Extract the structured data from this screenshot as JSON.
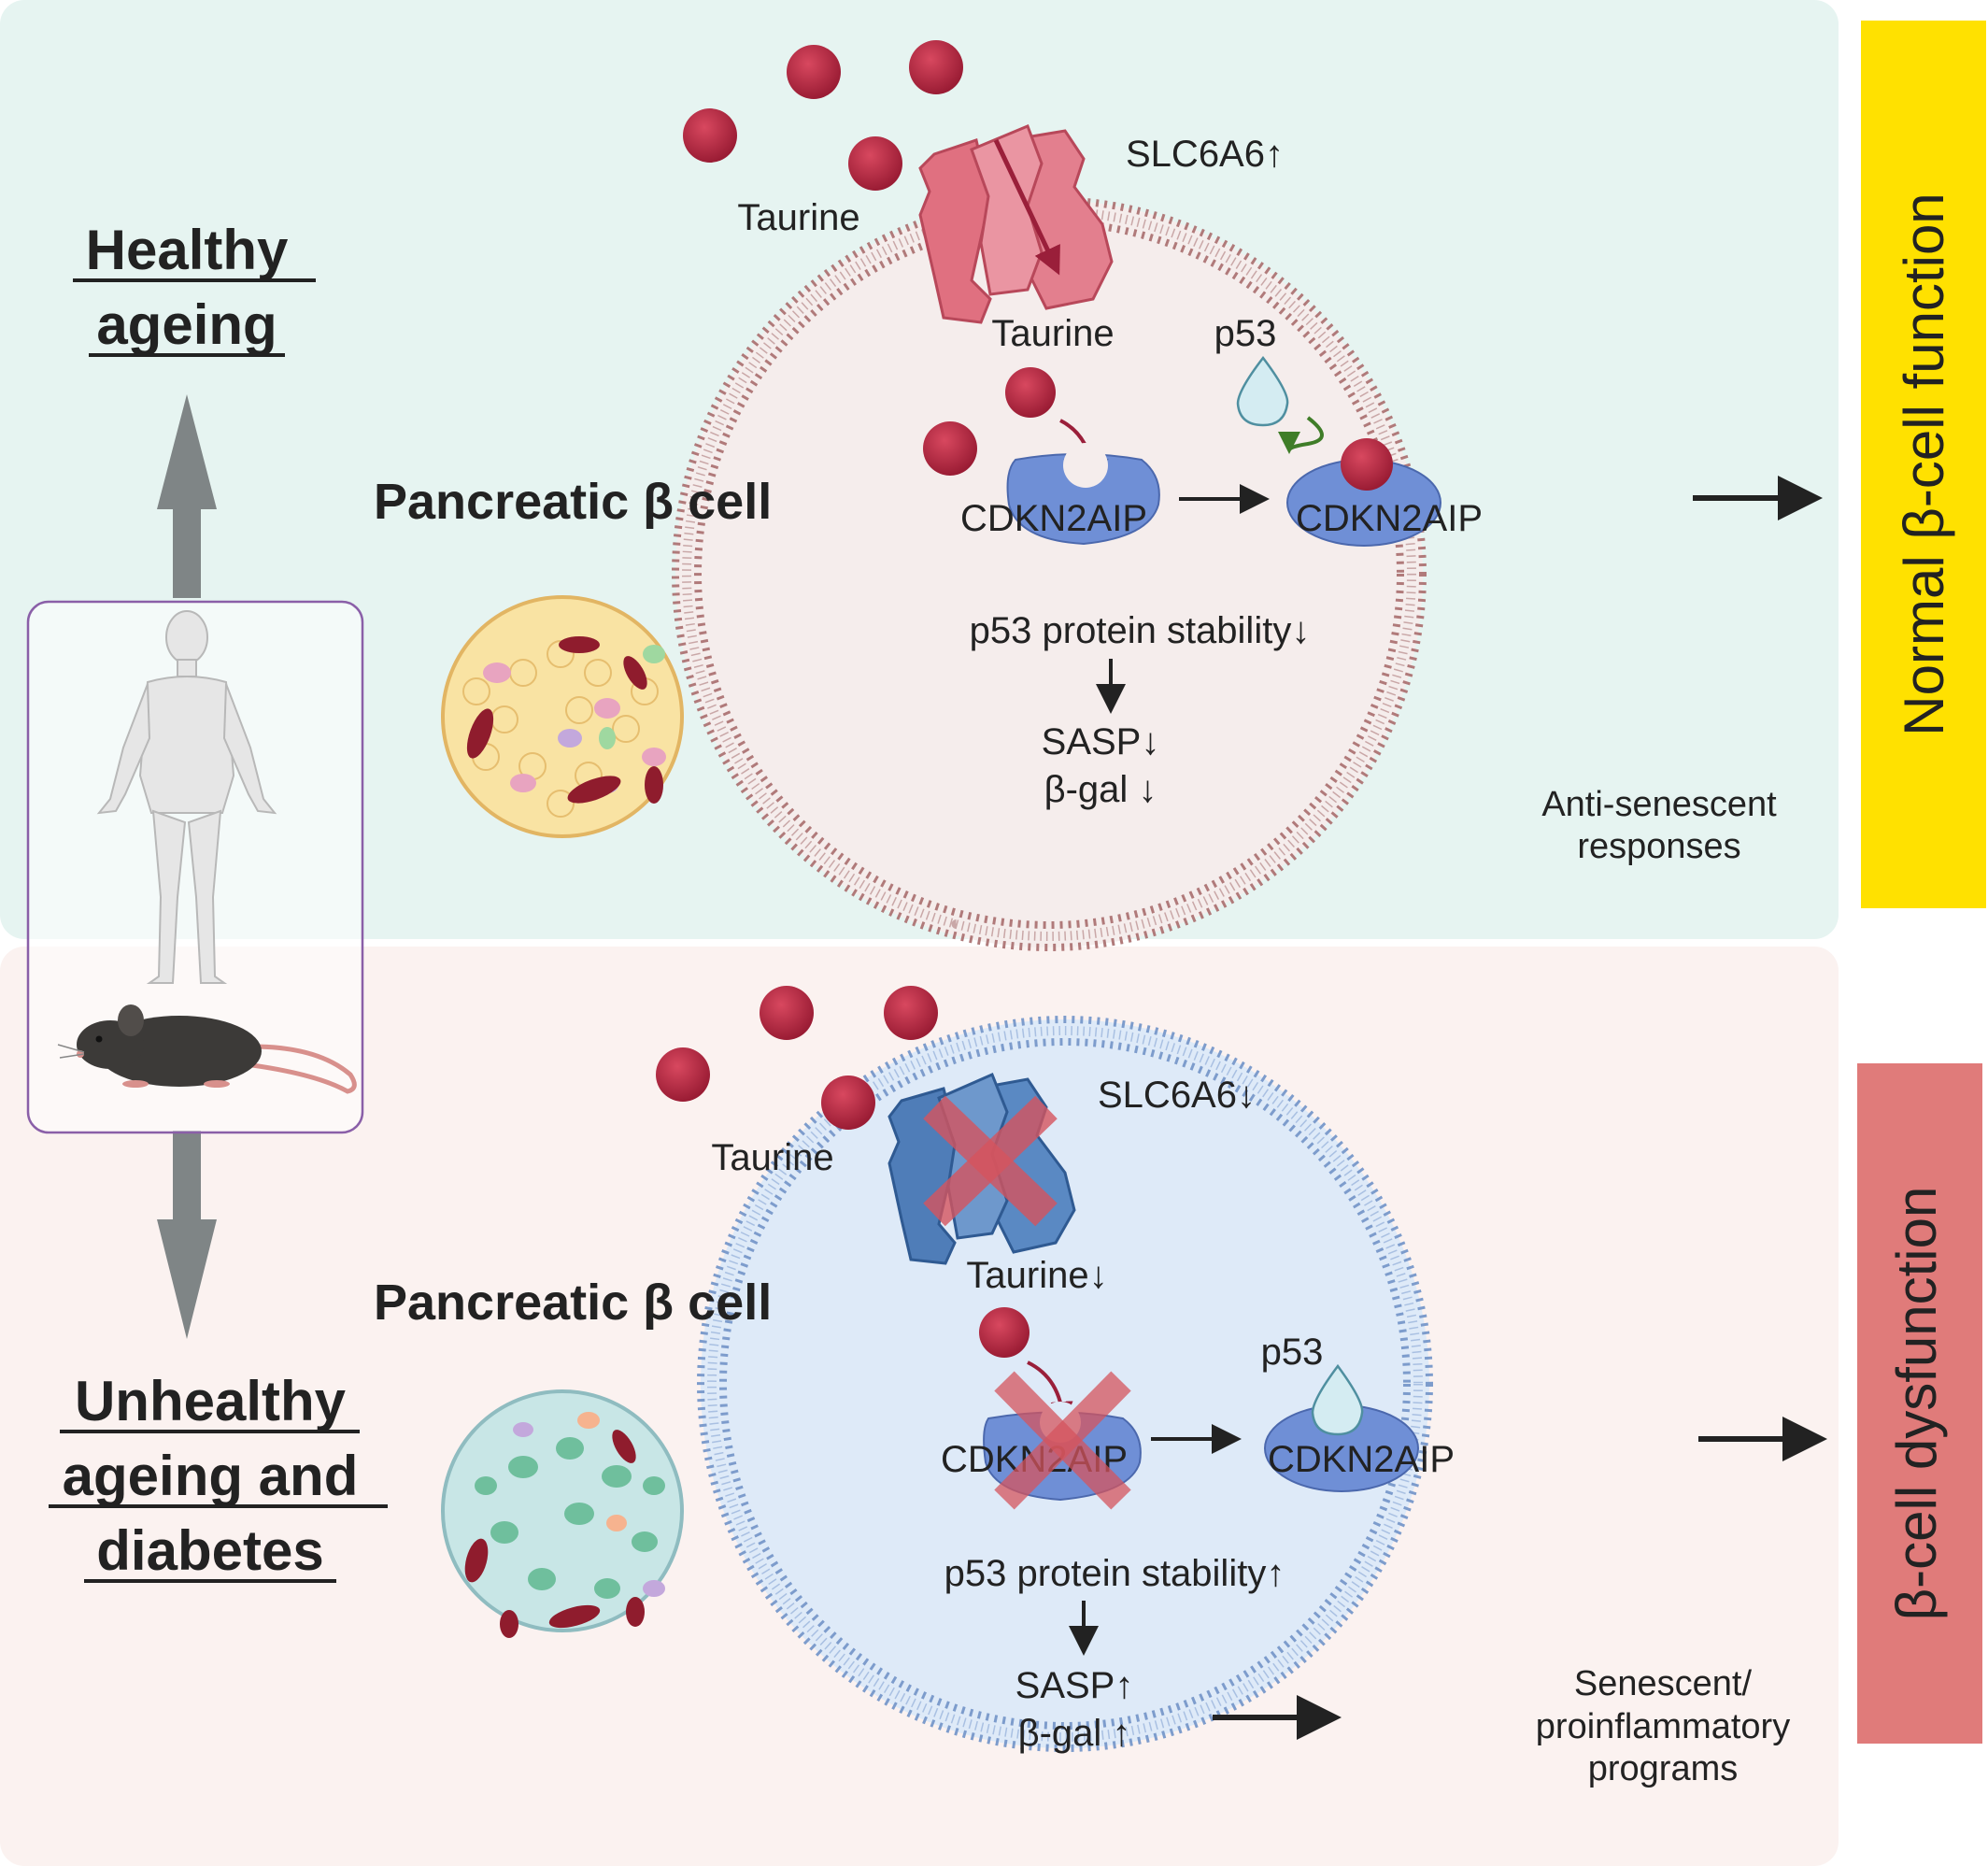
{
  "colors": {
    "top_panel_bg": "#e6f4f1",
    "bottom_panel_bg": "#fbf2f0",
    "taurine": "#b3243e",
    "transporter_healthy": "#e07080",
    "transporter_unhealthy": "#4f7db8",
    "cell_healthy_membrane": "#b07a7a",
    "cell_unhealthy_membrane": "#7d9ccc",
    "cdkn2aip": "#6f8fd6",
    "normal_label_bg": "#ffe100",
    "dysfunction_label_bg": "#e07b7a",
    "arrow_gray": "#7f8586"
  },
  "icons": {
    "human": "human-figure-icon",
    "mouse": "mouse-icon",
    "islet": "pancreatic-islet-icon",
    "taurine": "taurine-molecule-icon",
    "p53": "p53-droplet-icon",
    "transporter": "slc6a6-transporter-icon"
  },
  "left": {
    "healthy_title_line1": "Healthy",
    "healthy_title_line2": "ageing",
    "unhealthy_title_line1": "Unhealthy",
    "unhealthy_title_line2": "ageing and",
    "unhealthy_title_line3": "diabetes"
  },
  "top": {
    "cell_label": "Pancreatic β cell",
    "transporter_label": "SLC6A6↑",
    "taurine_outside": "Taurine",
    "taurine_inside": "Taurine",
    "p53_label": "p53",
    "cdkn2aip_left": "CDKN2AIP",
    "cdkn2aip_right": "CDKN2AIP",
    "stability": "p53 protein stability↓",
    "sasp": "SASP↓",
    "bgal": "β-gal ↓",
    "response_line1": "Anti-senescent",
    "response_line2": "responses",
    "outcome": "Normal β-cell function"
  },
  "bottom": {
    "cell_label": "Pancreatic β cell",
    "transporter_label": "SLC6A6↓",
    "taurine_outside": "Taurine",
    "taurine_inside": "Taurine↓",
    "p53_label": "p53",
    "cdkn2aip_left": "CDKN2AIP",
    "cdkn2aip_right": "CDKN2AIP",
    "stability": "p53 protein stability↑",
    "sasp": "SASP↑",
    "bgal": "β-gal ↑",
    "response_line1": "Senescent/",
    "response_line2": "proinflammatory",
    "response_line3": "programs",
    "outcome": "β-cell dysfunction"
  }
}
